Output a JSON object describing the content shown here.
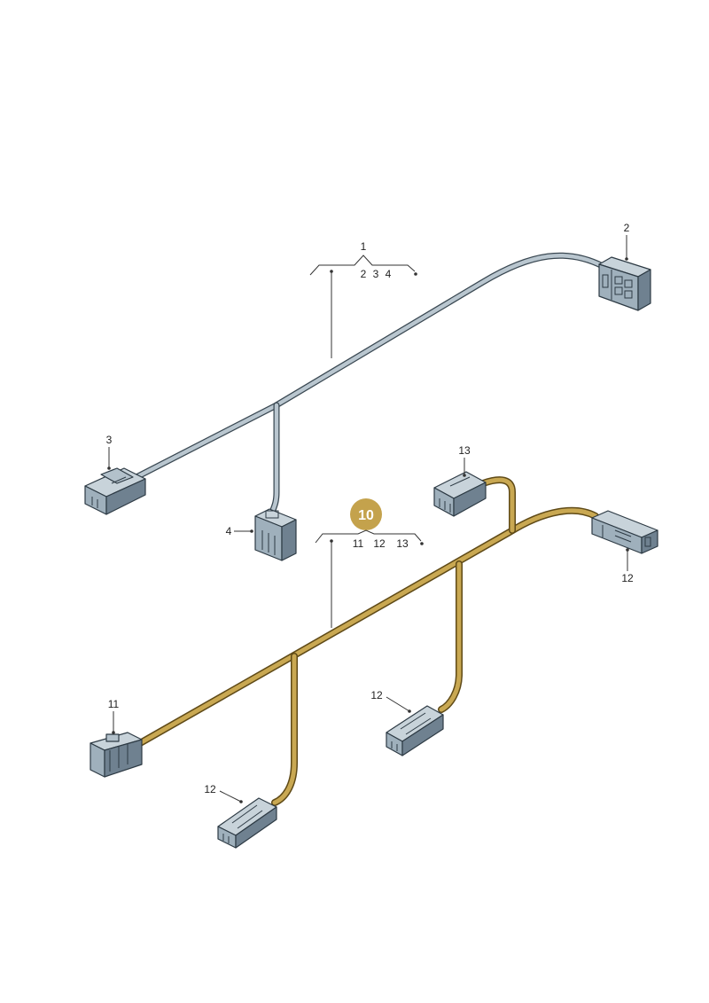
{
  "callouts": {
    "harness_1": {
      "number": "1",
      "subparts": [
        "2",
        "3",
        "4"
      ]
    },
    "harness_10": {
      "number": "10",
      "subparts": [
        "11",
        "12",
        "13"
      ]
    }
  },
  "parts": {
    "p2": "2",
    "p3": "3",
    "p4": "4",
    "p11": "11",
    "p12_right": "12",
    "p12_mid": "12",
    "p12_bottom": "12",
    "p13": "13"
  },
  "colors": {
    "grey_cable": "#b9c6cf",
    "grey_cable_edge": "#3a4852",
    "yellow_cable": "#c9a852",
    "yellow_cable_edge": "#5f4a17",
    "connector_light": "#c8d3da",
    "connector_mid": "#9fb0bc",
    "connector_dark": "#6f8190",
    "badge": "#c4a24c"
  }
}
